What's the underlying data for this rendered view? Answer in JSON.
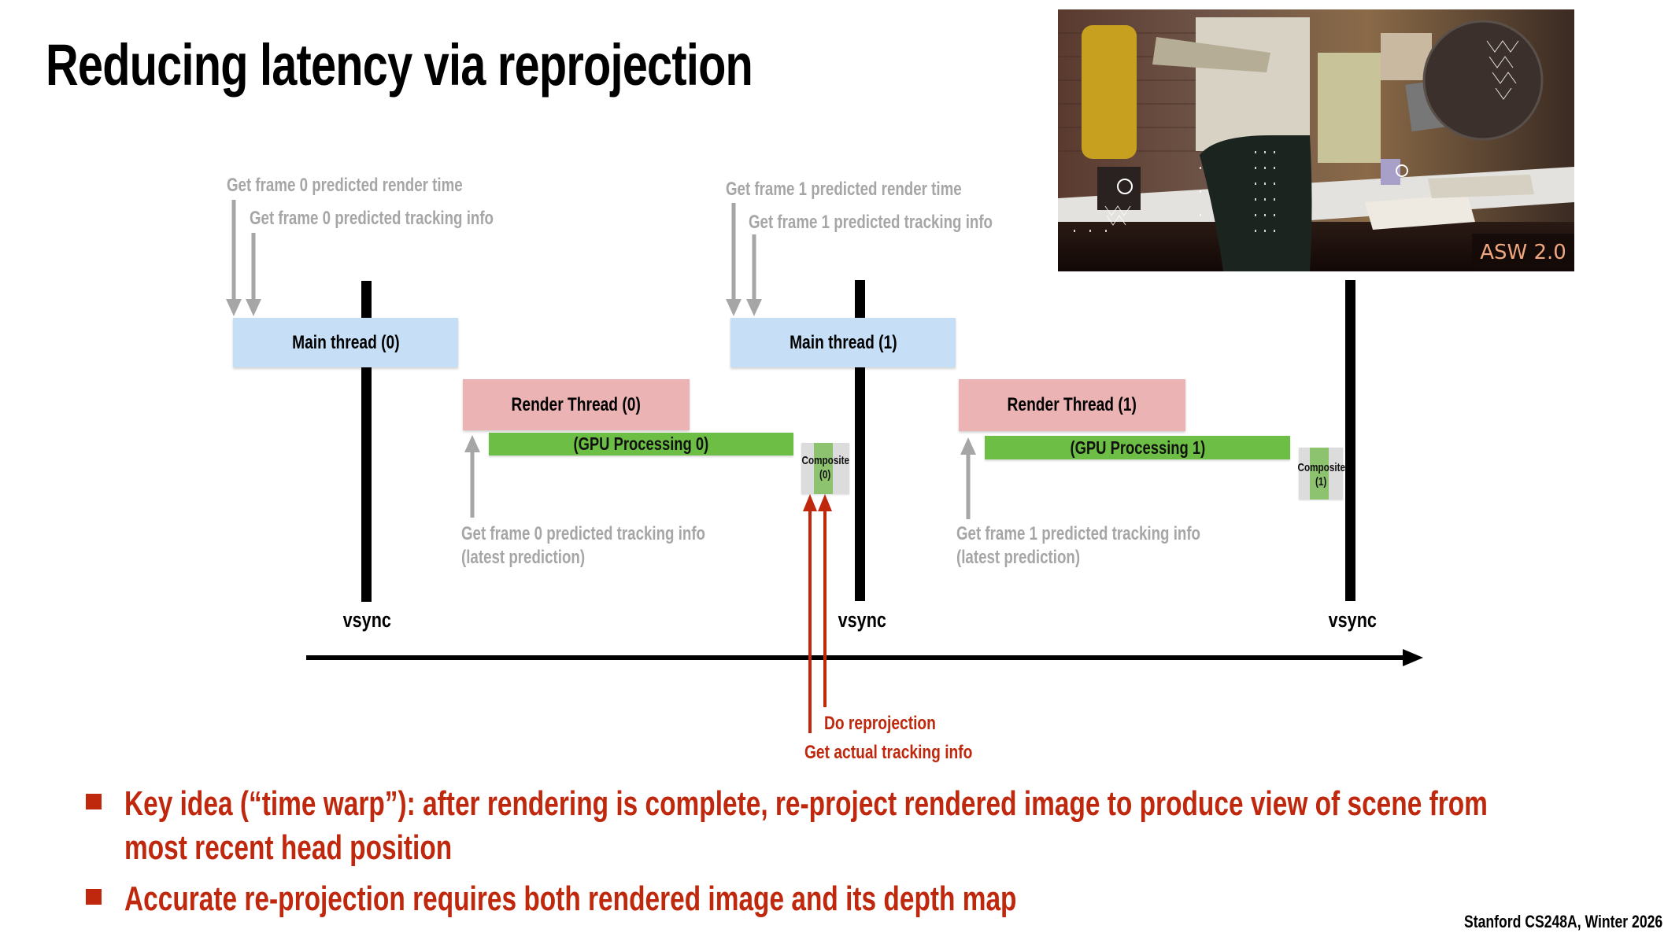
{
  "slide": {
    "title": "Reducing latency via reprojection",
    "footer": "Stanford CS248A, Winter 2026"
  },
  "preview_image": {
    "description": "VR scene render with reprojection motion vectors (desk, robot figure, chair, fan)",
    "badge": "ASW 2.0"
  },
  "diagram": {
    "frame0": {
      "top_label_1": "Get frame 0 predicted render time",
      "top_label_2": "Get frame 0 predicted tracking info",
      "main_thread": "Main thread (0)",
      "render_thread": "Render Thread (0)",
      "gpu": "(GPU Processing 0)",
      "composite_line1": "Composite",
      "composite_line2": "(0)",
      "bottom_label_1": "Get frame 0 predicted tracking info",
      "bottom_label_2": "(latest prediction)"
    },
    "frame1": {
      "top_label_1": "Get frame 1 predicted render time",
      "top_label_2": "Get frame 1 predicted tracking info",
      "main_thread": "Main thread (1)",
      "render_thread": "Render Thread (1)",
      "gpu": "(GPU Processing 1)",
      "composite_line1": "Composite",
      "composite_line2": "(1)",
      "bottom_label_1": "Get frame 1 predicted tracking info",
      "bottom_label_2": "(latest prediction)"
    },
    "vsync_labels": [
      "vsync",
      "vsync",
      "vsync"
    ],
    "reprojection": {
      "do_reprojection": "Do reprojection",
      "get_actual_tracking": "Get actual tracking info"
    },
    "colors": {
      "main_thread": "#c6dff6",
      "render_thread": "#ebb3b3",
      "gpu": "#6cbf44",
      "composite": "#dcdcdc",
      "annotation_gray": "#a6a6a6",
      "accent_red": "#c0280d"
    }
  },
  "bullets": [
    {
      "line1": "Key idea (“time warp”): after rendering is complete, re-project rendered image to produce view of scene from",
      "line2": "most recent head position"
    },
    {
      "line1": "Accurate re-projection requires both rendered image and its depth map"
    }
  ]
}
